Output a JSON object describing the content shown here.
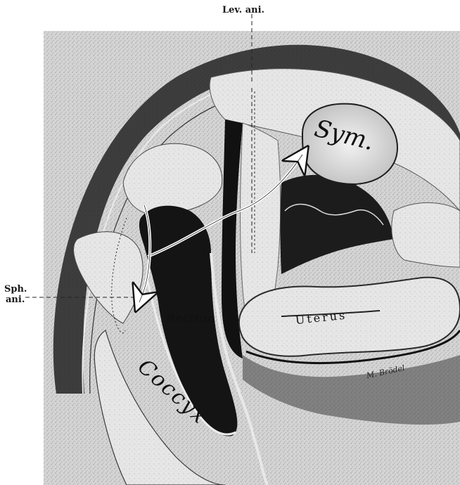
{
  "figure": {
    "external_labels": {
      "levator": "Lev. ani.",
      "sphincter_line1": "Sph.",
      "sphincter_line2": "ani."
    },
    "internal_labels": {
      "symphysis": "Sym.",
      "rectum": "Rectum",
      "uterus": "Uterus",
      "coccyx": "Coccyx",
      "signature": "M. Brödel"
    },
    "colors": {
      "background": "#ffffff",
      "plate": "#d9d9d9",
      "plate_stipple": "#b8b8b8",
      "tissue_light": "#ebebeb",
      "tissue_mid": "#8a8a8a",
      "tissue_dark": "#111111",
      "ink": "#1a1a1a",
      "arrow": "#ffffff"
    }
  }
}
